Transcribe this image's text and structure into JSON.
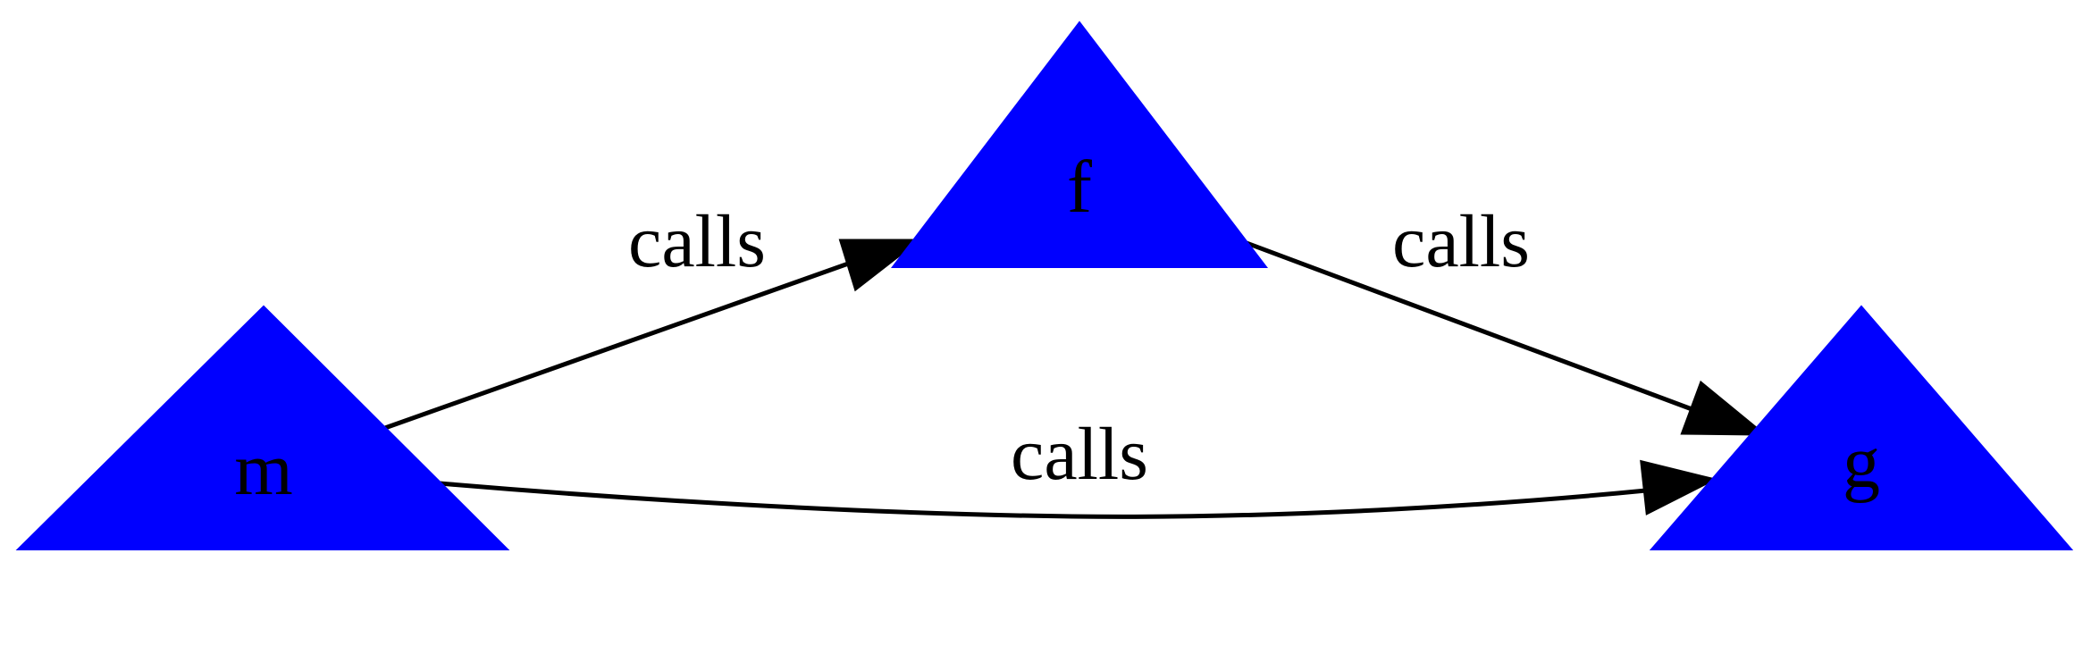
{
  "graph": {
    "node_color": "#0000ff",
    "node_shape": "triangle",
    "edge_color": "#000000",
    "nodes": [
      {
        "id": "m",
        "label": "m"
      },
      {
        "id": "f",
        "label": "f"
      },
      {
        "id": "g",
        "label": "g"
      }
    ],
    "edges": [
      {
        "from": "m",
        "to": "f",
        "label": "calls"
      },
      {
        "from": "f",
        "to": "g",
        "label": "calls"
      },
      {
        "from": "m",
        "to": "g",
        "label": "calls"
      }
    ]
  }
}
